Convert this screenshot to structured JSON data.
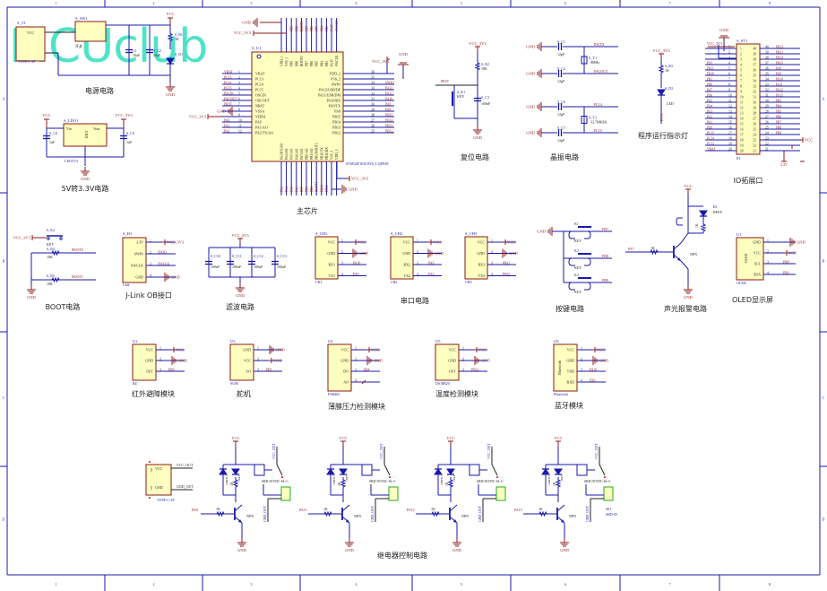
{
  "watermark": "MCUclub",
  "border": {
    "columns": [
      "1",
      "2",
      "3",
      "4",
      "5",
      "6",
      "7",
      "8"
    ],
    "rows": [
      "A",
      "B",
      "C",
      "D"
    ]
  },
  "blocks": {
    "power": {
      "title": "电源电路",
      "connector": "S_T1",
      "connector_type": "TYPE-C-2P",
      "connector_pin": "VCC",
      "switch": "S_SW1",
      "switch_label": "开关",
      "cap1": "C1",
      "cap1_value": "10uF",
      "cap2": "S_C2",
      "cap2_value": "10uF",
      "resistor": "S_R1",
      "resistor_value": "1K",
      "led": "S_D1",
      "vcc": "VCC",
      "gnd": "GND"
    },
    "ldo": {
      "title": "5V转3.3V电路",
      "ic": "S_LDO1",
      "ic_type": "LDO3V3",
      "pins": [
        "Vin",
        "Vout",
        "GND"
      ],
      "cap_in": "S_C8",
      "cap_in_value": "1uF",
      "cap_out": "S_C9",
      "cap_out_value": "1uF",
      "vin": "VCC",
      "vout": "VCC_3V3",
      "gnd": "GND"
    },
    "mcu": {
      "title": "主芯片",
      "ref": "S_U1",
      "part": "STM32F103C8T6_LQFP48",
      "left_pins": [
        {
          "num": "1",
          "name": "VBAT",
          "net": "VBAT"
        },
        {
          "num": "2",
          "name": "PC13",
          "net": "PC13"
        },
        {
          "num": "3",
          "name": "PC14",
          "net": "PC14"
        },
        {
          "num": "4",
          "name": "PC15",
          "net": "PC15"
        },
        {
          "num": "5",
          "name": "OSCIN",
          "net": "PSCIN"
        },
        {
          "num": "6",
          "name": "OSCOUT",
          "net": "PSCOUT"
        },
        {
          "num": "7",
          "name": "NRST",
          "net": "PRST"
        },
        {
          "num": "8",
          "name": "VSSA",
          "net": "GND"
        },
        {
          "num": "9",
          "name": "VDDA",
          "net": "VCC_3V3"
        },
        {
          "num": "10",
          "name": "PA0",
          "net": "PA0"
        },
        {
          "num": "11",
          "name": "PA1/AO",
          "net": "PA1"
        },
        {
          "num": "12",
          "name": "PA2/TX/AO",
          "net": "PA2"
        }
      ],
      "right_pins": [
        {
          "num": "36",
          "name": "VDD_2",
          "net": "VCC_3V3"
        },
        {
          "num": "35",
          "name": "VSS_2",
          "net": "GND"
        },
        {
          "num": "34",
          "name": "SWIO",
          "net": "SWIO"
        },
        {
          "num": "33",
          "name": "PA12/USB/DP",
          "net": "PA12"
        },
        {
          "num": "32",
          "name": "PA11/USB/DM",
          "net": "PA11"
        },
        {
          "num": "31",
          "name": "PA10/RX",
          "net": "PA10"
        },
        {
          "num": "30",
          "name": "PA9/TX",
          "net": "PA9"
        },
        {
          "num": "29",
          "name": "PA8",
          "net": "PA8"
        },
        {
          "num": "28",
          "name": "PB15",
          "net": "PB15"
        },
        {
          "num": "27",
          "name": "PB14",
          "net": "PB14"
        },
        {
          "num": "26",
          "name": "PB13",
          "net": "PB13"
        },
        {
          "num": "25",
          "name": "PB12",
          "net": "PB12"
        }
      ],
      "top_pins": [
        "VDD_3",
        "VSS_3",
        "PB9",
        "PB8",
        "BOOT0",
        "PB7",
        "PB6",
        "PB5",
        "PB4",
        "PB3",
        "PA15",
        "SWCLK"
      ],
      "top_nets": [
        "",
        "",
        "PB9",
        "PB8",
        "BOOT0",
        "PB7",
        "PB6",
        "PB5",
        "PB4",
        "PB3",
        "PA15",
        "SWCLK"
      ],
      "bottom_pins": [
        "PA3/RX/AO",
        "PA4/AO",
        "PA5/AO",
        "PA6/AO",
        "PA7/AO",
        "PB0/AO",
        "PB1/AO",
        "PB2/BOOT1",
        "PB10/TX",
        "PB11/RX",
        "VSS_1",
        "VDD_1"
      ],
      "bottom_nets": [
        "PA3",
        "PA4",
        "PA5",
        "PA6",
        "PA7",
        "PB0",
        "PB1",
        "BOOT1",
        "PB10",
        "PB11",
        "",
        ""
      ],
      "vcc": "VCC_3V3",
      "gnd": "GND"
    },
    "reset": {
      "title": "复位电路",
      "resistor": "S_R2",
      "resistor_value": "10K",
      "key": "S_K1",
      "key_label": "KEY",
      "cap": "S_C3",
      "cap_value": "100nF",
      "net": "PRST",
      "vcc": "VCC_3V3",
      "gnd": "GND"
    },
    "crystal": {
      "title": "晶振电路",
      "caps": [
        {
          "ref": "S_C1",
          "value": "12pF"
        },
        {
          "ref": "S_C4",
          "value": "12pF"
        },
        {
          "ref": "S_C6",
          "value": "12pF"
        },
        {
          "ref": "S_C7",
          "value": "12pF"
        }
      ],
      "y1": "S_Y1",
      "y1_freq": "8MHz",
      "y2": "S_Y2",
      "y2_freq": "32.768KHz",
      "nets": [
        "PSCIN",
        "PSCOUT",
        "PC14",
        "PC15"
      ],
      "gnd": "GND"
    },
    "run_led": {
      "title": "程序运行指示灯",
      "resistor": "S_R3",
      "resistor_value": "1K",
      "led": "S_D2",
      "led_label": "LED",
      "net": "PC13",
      "vcc": "VCC_3V3"
    },
    "io_header": {
      "title": "IO拓展口",
      "ref": "S_ST1",
      "type": "IO",
      "left": [
        {
          "num": "1",
          "net": "VCC_3V3"
        },
        {
          "num": "2",
          "net": ""
        },
        {
          "num": "3",
          "net": ""
        },
        {
          "num": "4",
          "net": "PST"
        },
        {
          "num": "5",
          "net": "PB11"
        },
        {
          "num": "6",
          "net": "PB10"
        },
        {
          "num": "7",
          "net": "PB1"
        },
        {
          "num": "8",
          "net": "PB0"
        },
        {
          "num": "9",
          "net": "PA7"
        },
        {
          "num": "10",
          "net": "PA6"
        },
        {
          "num": "11",
          "net": "PA5"
        },
        {
          "num": "12",
          "net": "PA4"
        },
        {
          "num": "13",
          "net": "PA3"
        },
        {
          "num": "14",
          "net": "PA2"
        },
        {
          "num": "15",
          "net": "PA1"
        },
        {
          "num": "16",
          "net": "PA0"
        },
        {
          "num": "17",
          "net": "PC15"
        },
        {
          "num": "18",
          "net": "PC14"
        },
        {
          "num": "19",
          "net": "PC13"
        },
        {
          "num": "20",
          "net": "VBAT"
        }
      ],
      "right": [
        {
          "num": "40",
          "net": "PB12"
        },
        {
          "num": "39",
          "net": "PB13"
        },
        {
          "num": "38",
          "net": "PB14"
        },
        {
          "num": "37",
          "net": "PB15"
        },
        {
          "num": "36",
          "net": "PA8"
        },
        {
          "num": "35",
          "net": "PA9"
        },
        {
          "num": "34",
          "net": "PA10"
        },
        {
          "num": "33",
          "net": "PA11"
        },
        {
          "num": "32",
          "net": "PA12"
        },
        {
          "num": "31",
          "net": "PA15"
        },
        {
          "num": "30",
          "net": "PB3"
        },
        {
          "num": "29",
          "net": "PB4"
        },
        {
          "num": "28",
          "net": "PB5"
        },
        {
          "num": "27",
          "net": "PB6"
        },
        {
          "num": "26",
          "net": "PB7"
        },
        {
          "num": "25",
          "net": "PB8"
        },
        {
          "num": "24",
          "net": "PB9"
        },
        {
          "num": "23",
          "net": "VCC"
        },
        {
          "num": "22",
          "net": "GND"
        },
        {
          "num": "21",
          "net": "3.3V"
        }
      ],
      "gnd": "GND",
      "vcc3": "VCC_3V3"
    },
    "boot": {
      "title": "BOOT电路",
      "key": "S_K2",
      "key_label": "KEY",
      "r4": "S_R4",
      "r4_value": "10K",
      "r5": "S_R5",
      "r5_value": "10K",
      "nets": [
        "BOOT0",
        "BOOT1"
      ],
      "vcc": "VCC_3V3",
      "gnd": "GND"
    },
    "jlink": {
      "title": "J-Link OB接口",
      "ref": "S_H1",
      "type": "Link",
      "pins": [
        {
          "num": "1",
          "name": "3.3V",
          "net": "VCC_3V3"
        },
        {
          "num": "2",
          "name": "SWIO",
          "net": "SWIO"
        },
        {
          "num": "3",
          "name": "SWCLK",
          "net": "SWCLK"
        },
        {
          "num": "4",
          "name": "GND",
          "net": "GND"
        }
      ]
    },
    "filter": {
      "title": "滤波电路",
      "caps": [
        {
          "ref": "S_C10",
          "value": "100nF"
        },
        {
          "ref": "S_C11",
          "value": "100nF"
        },
        {
          "ref": "S_C12",
          "value": "100nF"
        },
        {
          "ref": "S_C13",
          "value": "100nF"
        }
      ],
      "vcc": "VCC_3V3",
      "gnd": "GND"
    },
    "uart": {
      "title": "串口电路",
      "ports": [
        {
          "ref": "S_CH1",
          "type": "CH1",
          "pins": [
            "VCC",
            "GND",
            "RX1",
            "TX1"
          ],
          "nets": [
            "VCC",
            "GND",
            "PA10",
            "PA9"
          ]
        },
        {
          "ref": "S_CH2",
          "type": "CH2",
          "pins": [
            "VCC",
            "GND",
            "RX2",
            "TX2"
          ],
          "nets": [
            "VCC",
            "GND",
            "PA3",
            "PA2"
          ]
        },
        {
          "ref": "S_CH3",
          "type": "CH3",
          "pins": [
            "VCC",
            "GND",
            "RX3",
            "TX3"
          ],
          "nets": [
            "VCC",
            "GND",
            "PB11",
            "PB10"
          ]
        }
      ]
    },
    "keys": {
      "title": "按键电路",
      "items": [
        {
          "ref": "K1",
          "label": "KEY",
          "net": "PB7"
        },
        {
          "ref": "K2",
          "label": "KEY",
          "net": "PB8"
        },
        {
          "ref": "K3",
          "label": "KEY",
          "net": "PB9"
        }
      ],
      "gnd": "GND"
    },
    "alarm": {
      "title": "声光报警电路",
      "buzzer": "B1",
      "buzzer_label": "BEEP",
      "resistor_base": "1K",
      "resistor_led": "1K",
      "transistor": "NPN",
      "net": "PA7",
      "vcc": "VCC",
      "gnd": "GND"
    },
    "oled": {
      "title": "OLED显示屏",
      "ref": "U1",
      "type": "OLED",
      "body": "OLED",
      "pins": [
        {
          "num": "1",
          "name": "GND",
          "net": "GND"
        },
        {
          "num": "2",
          "name": "VCC",
          "net": "VCC"
        },
        {
          "num": "3",
          "name": "SCL",
          "net": "PB8"
        },
        {
          "num": "4",
          "name": "SDA",
          "net": "PB9"
        }
      ]
    },
    "ir": {
      "title": "红外避障模块",
      "ref": "U2",
      "type": "BZ",
      "pins": [
        {
          "num": "1",
          "name": "VCC",
          "net": "VCC"
        },
        {
          "num": "2",
          "name": "GND",
          "net": "GND"
        },
        {
          "num": "3",
          "name": "OUT",
          "net": "PB6"
        }
      ]
    },
    "servo": {
      "title": "舵机",
      "ref": "U3",
      "type": "SG90",
      "pins": [
        {
          "num": "1",
          "name": "GND",
          "net": "GND"
        },
        {
          "num": "2",
          "name": "VCC",
          "net": "VCC"
        },
        {
          "num": "3",
          "name": "I/O",
          "net": "PB5"
        }
      ]
    },
    "pressure": {
      "title": "薄膜压力检测模块",
      "ref": "U4",
      "type": "FSR402",
      "pins": [
        {
          "num": "1",
          "name": "VCC",
          "net": "VCC"
        },
        {
          "num": "2",
          "name": "GND",
          "net": "GND"
        },
        {
          "num": "3",
          "name": "DO",
          "net": "PB4"
        },
        {
          "num": "4",
          "name": "AO",
          "net": ""
        }
      ]
    },
    "temp": {
      "title": "温度检测模块",
      "ref": "U5",
      "type": "DS18B20",
      "pins": [
        {
          "num": "1",
          "name": "VCC",
          "net": "VCC"
        },
        {
          "num": "2",
          "name": "GND",
          "net": "GND"
        },
        {
          "num": "3",
          "name": "OUT",
          "net": "PB12"
        }
      ]
    },
    "bt": {
      "title": "蓝牙模块",
      "ref": "U6",
      "type": "Bluetooth",
      "body": "Bluetooth",
      "pins": [
        {
          "num": "1",
          "name": "VCC",
          "net": "VCC"
        },
        {
          "num": "2",
          "name": "GND",
          "net": "GND"
        },
        {
          "num": "3",
          "name": "TXD",
          "net": "PA10"
        },
        {
          "num": "4",
          "name": "RXD",
          "net": "PA9"
        }
      ]
    },
    "relay": {
      "title": "继电器控制电路",
      "out_connector": {
        "type": "TYPE-C-2P",
        "pins": [
          "VCC",
          "GND"
        ],
        "nets": [
          "VCC_OUT",
          "GND_OUT"
        ],
        "nc": "NC"
      },
      "channels": [
        {
          "net": "PA8",
          "relay": "SRD-05VDC-SL-C"
        },
        {
          "net": "PA11",
          "relay": "SRD-05VDC-SL-C"
        },
        {
          "net": "PA12",
          "relay": "SRD-05VDC-SL-C"
        },
        {
          "net": "PA15",
          "relay": "SRD-05VDC-SL-C",
          "jk": "JK1",
          "jk_type": "SRD-05"
        }
      ],
      "diode": "1N4007",
      "led": "LED",
      "resistor": "1K",
      "transistor": "NPN",
      "vcc": "VCC",
      "gnd": "GND",
      "vcc_out": "VCC_OUT",
      "gnd_out": "GND_OUT"
    }
  }
}
